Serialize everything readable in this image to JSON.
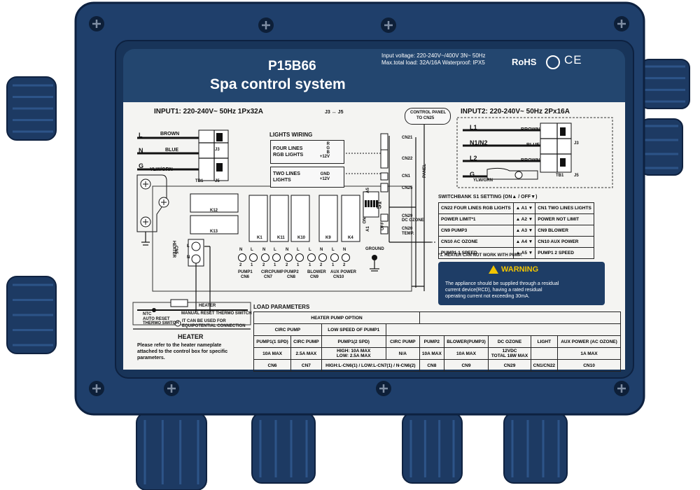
{
  "header": {
    "model": "P15B66",
    "title": "Spa control system",
    "spec_line1": "Input voltage: 220-240V~/400V   3N~  50Hz",
    "spec_line2": "Max.total load: 32A/16A    Waterproof: IPX5",
    "rohs": "RoHS",
    "ce": "CE"
  },
  "input1": {
    "title": "INPUT1: 220-240V~    50Hz  1Px32A",
    "jumper": "J3 ↔ J5",
    "L": "L",
    "N": "N",
    "G": "G",
    "brown": "BROWN",
    "blue": "BLUE",
    "ylw": "YLW/GRN",
    "j3": "J3",
    "j5": "J5",
    "tb1": "TB1"
  },
  "control_panel": {
    "line1": "CONTROL PANEL",
    "line2": "TO CN25"
  },
  "input2": {
    "title": "INPUT2: 220-240V~    50Hz  2Px16A",
    "L1": "L1",
    "N1N2": "N1/N2",
    "L2": "L2",
    "G": "G",
    "brown1": "BROWN",
    "blue": "BLUE",
    "brown2": "BROWN",
    "ylw": "YLW/GRN",
    "j3": "J3",
    "j5": "J5",
    "tb1": "TB1"
  },
  "lights": {
    "title": "LIGHTS WIRING",
    "four_l1": "FOUR LINES",
    "four_l2": "RGB LIGHTS",
    "four_pins": [
      "R",
      "G",
      "B",
      "+12V"
    ],
    "two_l1": "TWO LINES",
    "two_l2": "LIGHTS",
    "two_pins": [
      "GND",
      "+12V"
    ]
  },
  "cn": {
    "cn21": "CN21",
    "cn22": "CN22",
    "cn1": "CN1",
    "cn25": "CN25",
    "panel": "PANEL",
    "cn29": "CN29",
    "dcozone": "DC OZONE",
    "cn20": "CN20",
    "temp": "TEMP.",
    "s1": "S1",
    "on": "ON",
    "off": "OFF",
    "a5": "A5",
    "a1": "A1",
    "ground": "GROUND"
  },
  "relays": {
    "k12": "K12",
    "k13": "K13",
    "k1": "K1",
    "k11": "K11",
    "k10": "K10",
    "k9": "K9",
    "k4": "K4"
  },
  "heater_conn": {
    "cn5": "CN5",
    "heater": "HEATER",
    "l": "L",
    "n": "N"
  },
  "outputs": [
    {
      "pins": [
        "N",
        "L"
      ],
      "nums": [
        "2",
        "1"
      ],
      "name": "PUMP1",
      "cn": "CN6"
    },
    {
      "pins": [
        "N",
        "L"
      ],
      "nums": [
        "2",
        "1"
      ],
      "name": "CIRCPUMP",
      "cn": "CN7"
    },
    {
      "pins": [
        "N",
        "L"
      ],
      "nums": [
        "2",
        "1"
      ],
      "name": "PUMP2",
      "cn": "CN8"
    },
    {
      "pins": [
        "L",
        "N"
      ],
      "nums": [
        "1",
        "2"
      ],
      "name": "BLOWER",
      "cn": "CN9"
    },
    {
      "pins": [
        "L",
        "N"
      ],
      "nums": [
        "1",
        "2"
      ],
      "name": "AUX POWER",
      "cn": "CN10"
    }
  ],
  "switchbank": {
    "title": "SWITCHBANK S1 SETTING (ON▲ / OFF▼)",
    "rows": [
      {
        "on": "CN22 FOUR LINES  RGB LIGHTS",
        "sw": "▲ A1 ▼",
        "off": "CN1 TWO LINES  LIGHTS"
      },
      {
        "on": "POWER LIMIT*1",
        "sw": "▲ A2 ▼",
        "off": "POWER  NOT LIMIT"
      },
      {
        "on": "CN9 PUMP3",
        "sw": "▲ A3 ▼",
        "off": "CN9 BLOWER"
      },
      {
        "on": "CN10 AC OZONE",
        "sw": "▲ A4 ▼",
        "off": "CN10  AUX POWER"
      },
      {
        "on": "PUMP1  1 SPEED",
        "sw": "▲ A5 ▼",
        "off": "PUMP1  2 SPEED"
      }
    ],
    "note": "*1.  HEATER CAN NOT WORK WITH PUMP."
  },
  "warning": {
    "title": "WARNING",
    "body1": "The appliance should be supplied through a residual",
    "body2": "current device(RCD), having a rated residual",
    "body3": "operating current not exceeding 30mA."
  },
  "heater": {
    "ntc": "NTC",
    "auto_reset1": "AUTO RESET",
    "auto_reset2": "THERMO SWITCH",
    "manual": "MANUAL RESET THERMO SWITCH",
    "heater_lbl": "HEATER",
    "equip1": "IT CAN BE USED FOR",
    "equip2": "EQUIPOTENTIAL CONNECTION",
    "title": "HEATER",
    "desc1": "Please refer to the heater nameplate",
    "desc2": "attached to the control box for specific",
    "desc3": "parameters."
  },
  "load": {
    "title": "LOAD PARAMETERS",
    "hp_option": "HEATER PUMP OPTION",
    "circ_pump_grp": "CIRC PUMP",
    "low_speed": "LOW SPEED OF PUMP1",
    "cols": [
      "PUMP1(1 SPD)",
      "CIRC PUMP",
      "PUMP1(2 SPD)",
      "CIRC PUMP",
      "PUMP2",
      "BLOWER(PUMP3)",
      "DC OZONE",
      "LIGHT",
      "AUX POWER (AC OZONE)"
    ],
    "vals": [
      "10A MAX",
      "2.5A MAX",
      "HIGH: 10A MAX\nLOW: 2.5A MAX",
      "N/A",
      "10A MAX",
      "10A MAX",
      "12VDC\nTOTAL 18W MAX",
      "",
      "1A MAX"
    ],
    "cns": [
      "CN6",
      "CN7",
      "HIGH:L-CN6(1) / LOW:L-CN7(1) / N-CN6(2)",
      "",
      "CN8",
      "CN9",
      "CN29",
      "CN1/CN22",
      "CN10"
    ]
  },
  "colors": {
    "enclosure": "#1f3f6b",
    "label_header": "#23466f",
    "warning": "#1e3d66",
    "warning_title": "#f2c500"
  }
}
